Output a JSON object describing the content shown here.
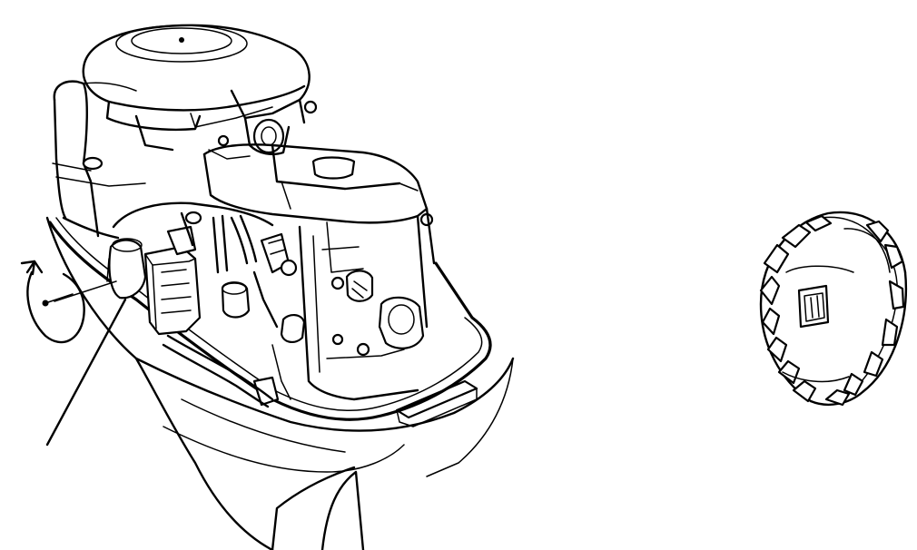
{
  "figure": {
    "engine_component": "outboard-engine-with-top-cowling-removed",
    "removed_part": "oil-filter",
    "tool": "oil-filter-wrench",
    "rotation_icon": "counterclockwise-arrow-icon",
    "line_color": "#000000",
    "background_color": "#ffffff"
  }
}
